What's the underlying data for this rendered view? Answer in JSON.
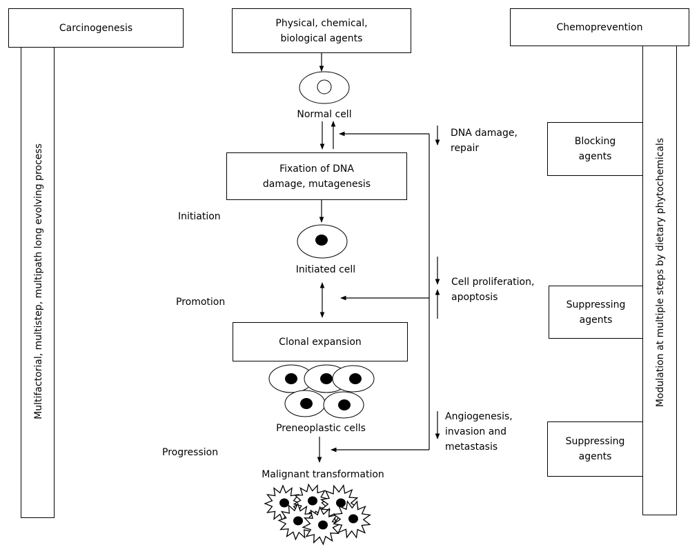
{
  "headers": {
    "carcinogenesis": "Carcinogenesis",
    "agents_line1": "Physical, chemical,",
    "agents_line2": "biological agents",
    "chemoprevention": "Chemoprevention"
  },
  "side_panels": {
    "left": "Multifactorial, multistep, multipath long evolving process",
    "right": "Modulation at multiple steps by dietary phytochemicals"
  },
  "cells": {
    "normal": "Normal cell",
    "initiated": "Initiated cell",
    "preneoplastic": "Preneoplastic cells",
    "malignant": "Malignant transformation"
  },
  "process": {
    "fixation_line1": "Fixation of DNA",
    "fixation_line2": "damage, mutagenesis",
    "clonal": "Clonal expansion"
  },
  "stages": {
    "initiation": "Initiation",
    "promotion": "Promotion",
    "progression": "Progression"
  },
  "events": {
    "dna_line1": "DNA damage,",
    "dna_line2": "repair",
    "prolif_line1": "Cell proliferation,",
    "prolif_line2": "apoptosis",
    "angio_line1": "Angiogenesis,",
    "angio_line2": "invasion and",
    "angio_line3": "metastasis"
  },
  "agents": {
    "blocking_line1": "Blocking",
    "blocking_line2": "agents",
    "suppressing1_line1": "Suppressing",
    "suppressing1_line2": "agents",
    "suppressing2_line1": "Suppressing",
    "suppressing2_line2": "agents"
  }
}
